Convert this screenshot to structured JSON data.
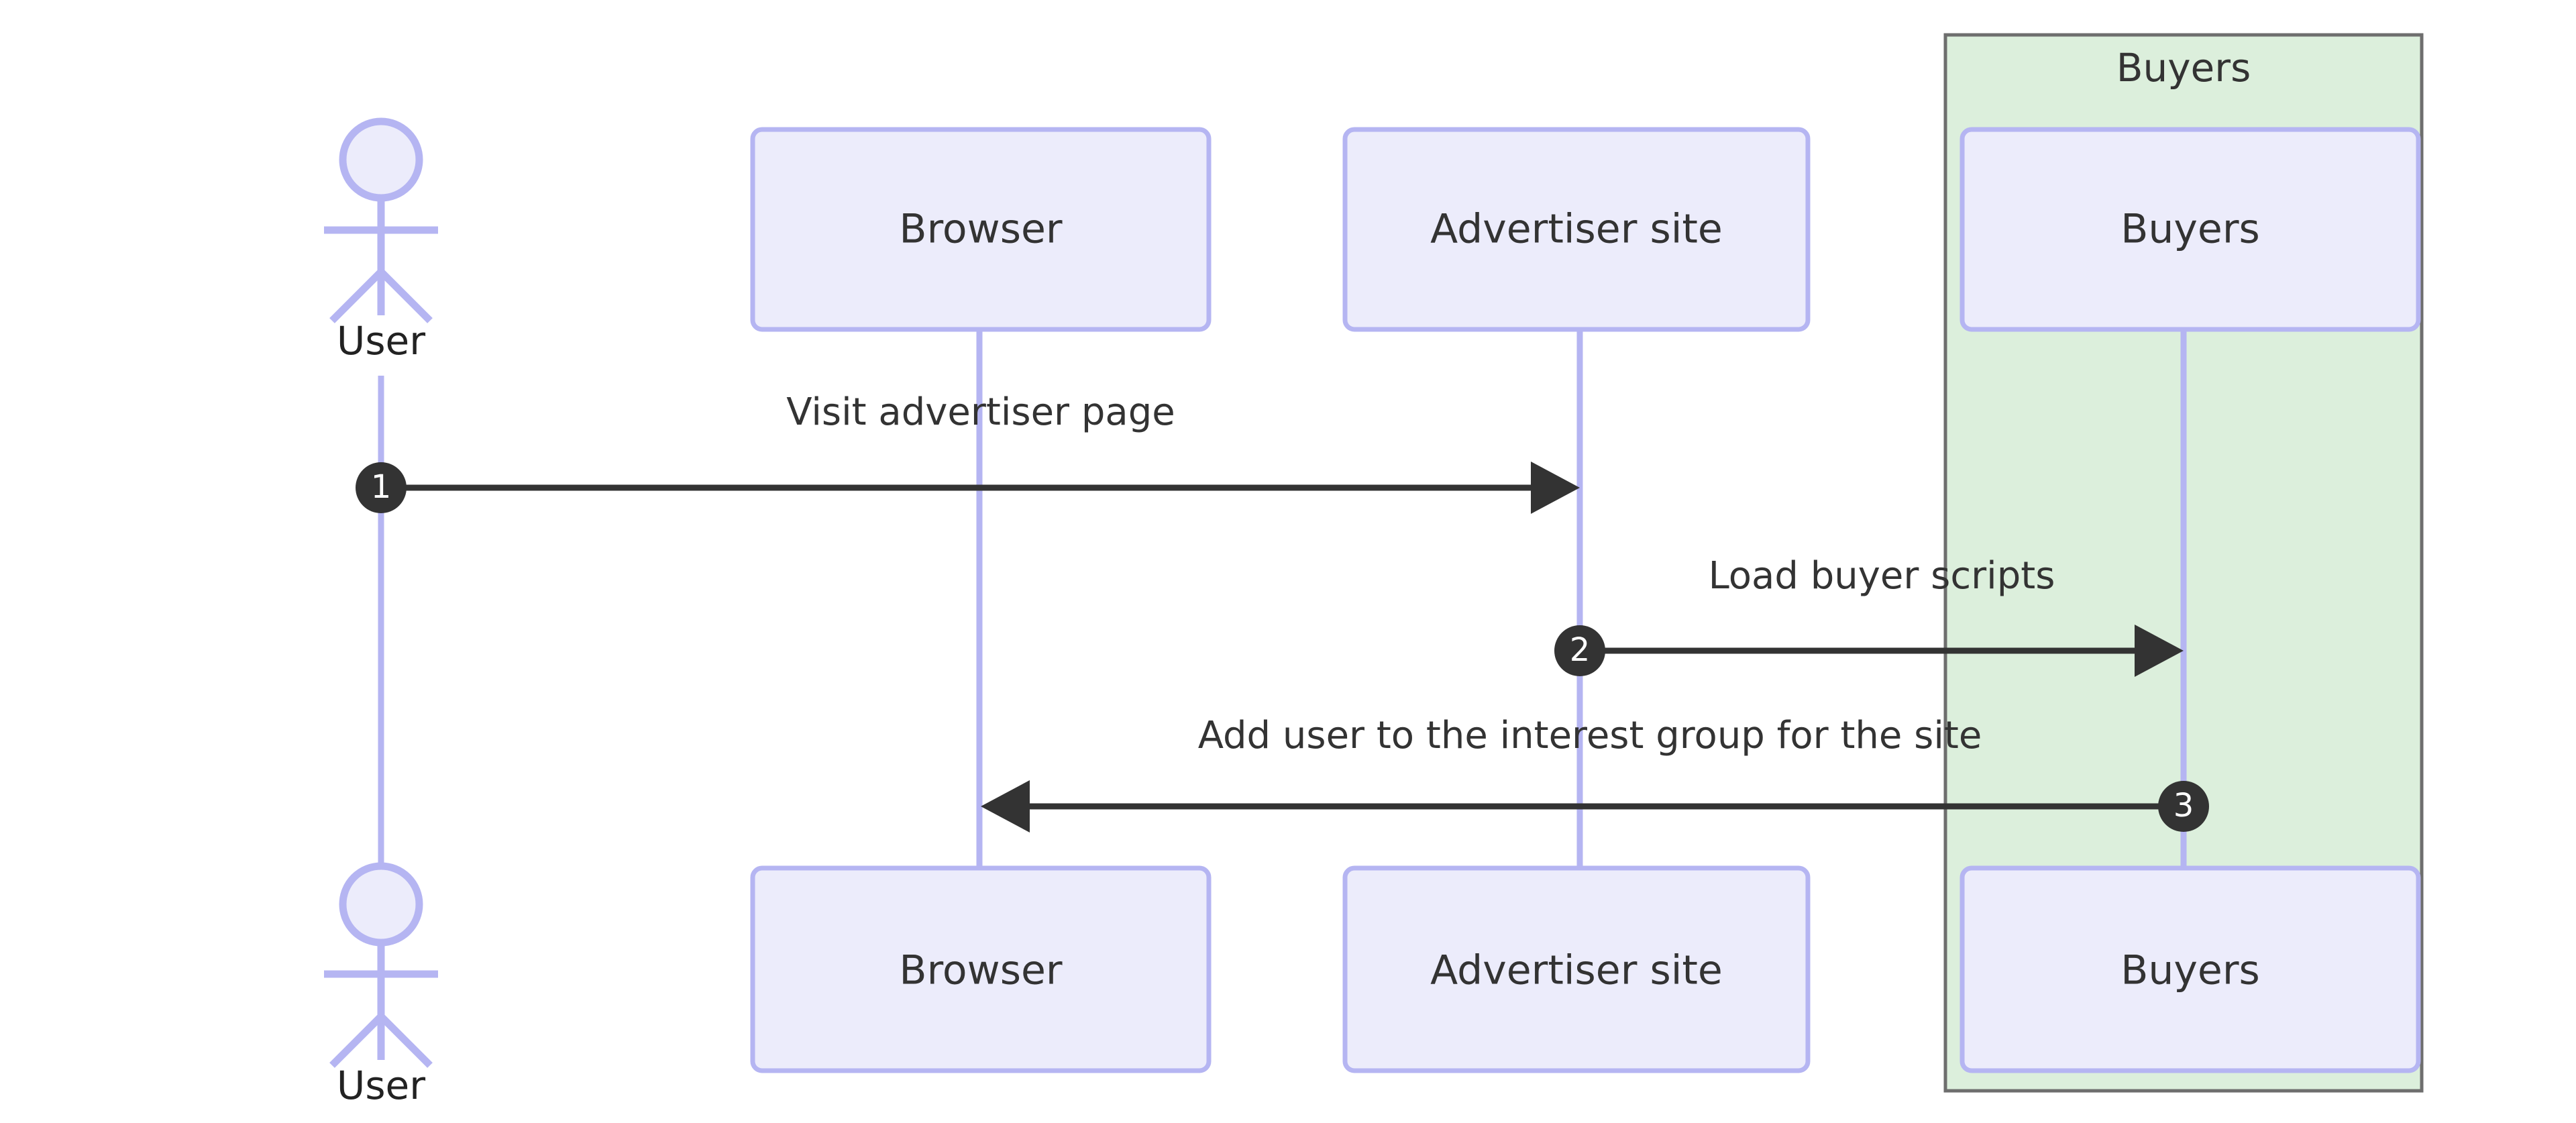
{
  "diagram": {
    "type": "sequence-diagram",
    "background_color": "#ffffff",
    "participant_fill": "#ececfb",
    "participant_border": "#b5b5f2",
    "lifeline_color": "#b5b5f2",
    "message_color": "#333333",
    "group_fill": "#dcefdc",
    "group_border": "#6e6e6e",
    "sequence_badge_fill": "#333333",
    "sequence_badge_text": "#ffffff"
  },
  "actors": [
    {
      "id": "user",
      "label": "User",
      "kind": "actor"
    }
  ],
  "participants": [
    {
      "id": "browser",
      "label": "Browser",
      "kind": "box"
    },
    {
      "id": "advertiser",
      "label": "Advertiser site",
      "kind": "box"
    },
    {
      "id": "buyers",
      "label": "Buyers",
      "kind": "box"
    }
  ],
  "groups": [
    {
      "id": "buyers-group",
      "label": "Buyers",
      "members": [
        "buyers"
      ]
    }
  ],
  "messages": [
    {
      "seq": "1",
      "label": "Visit advertiser page",
      "from": "user",
      "to": "advertiser",
      "direction": "right"
    },
    {
      "seq": "2",
      "label": "Load buyer scripts",
      "from": "advertiser",
      "to": "buyers",
      "direction": "right"
    },
    {
      "seq": "3",
      "label": "Add user to the interest group for the site",
      "from": "buyers",
      "to": "browser",
      "direction": "left"
    }
  ],
  "footer_labels": {
    "user": "User",
    "browser": "Browser",
    "advertiser": "Advertiser site",
    "buyers": "Buyers"
  }
}
